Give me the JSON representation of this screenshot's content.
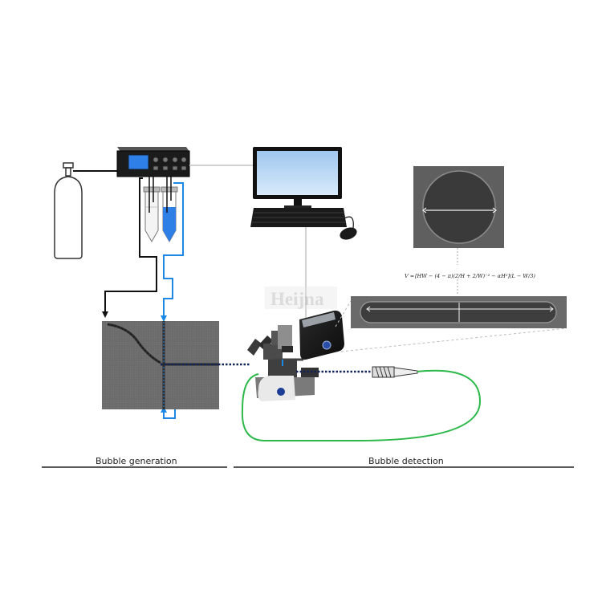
{
  "sections": {
    "generation_label": "Bubble generation",
    "detection_label": "Bubble detection"
  },
  "controller": {
    "brand": "",
    "icon": "pressure-controller-icon"
  },
  "watermark": {
    "text": "Heijna"
  },
  "formula": {
    "lead": "V =",
    "body": "[HW − (4 − π)(2/H + 2/W)⁻² − αH²](L − W/3)"
  },
  "colors": {
    "gas_line": "#111111",
    "liquid_line": "#1e88e5",
    "recirc_line": "#2db84a",
    "chip": "#6a6a6a",
    "image_bg": "#5f5f5f",
    "bubble": "#3a3a3a"
  },
  "icons": [
    "gas-cylinder-icon",
    "pressure-controller-icon",
    "reservoir-tube-icon",
    "microfluidic-chip-icon",
    "computer-monitor-icon",
    "keyboard-icon",
    "mouse-icon",
    "microscope-icon",
    "camera-icon",
    "needle-nozzle-icon"
  ]
}
